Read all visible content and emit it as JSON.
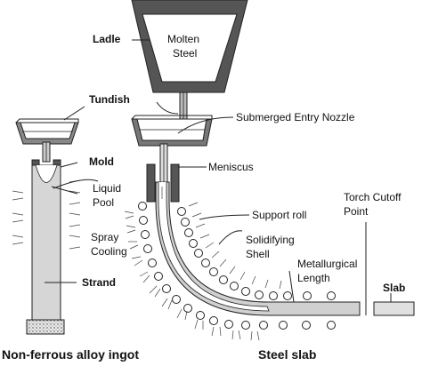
{
  "labels": {
    "ladle": "Ladle",
    "molten_steel_1": "Molten",
    "molten_steel_2": "Steel",
    "tundish": "Tundish",
    "submerged_entry_nozzle": "Submerged Entry Nozzle",
    "mold": "Mold",
    "meniscus": "Meniscus",
    "liquid_pool_1": "Liquid",
    "liquid_pool_2": "Pool",
    "support_roll": "Support roll",
    "spray_cooling_1": "Spray",
    "spray_cooling_2": "Cooling",
    "solidifying_shell_1": "Solidifying",
    "solidifying_shell_2": "Shell",
    "torch_cutoff_1": "Torch Cutoff",
    "torch_cutoff_2": "Point",
    "metallurgical_length_1": "Metallurgical",
    "metallurgical_length_2": "Length",
    "strand": "Strand",
    "slab": "Slab"
  },
  "captions": {
    "left": "Non-ferrous alloy ingot",
    "right": "Steel slab"
  }
}
